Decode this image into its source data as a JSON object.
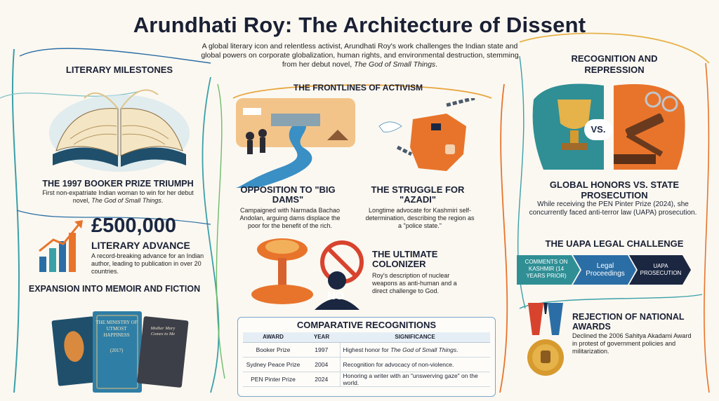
{
  "header": {
    "title": "Arundhati Roy: The Architecture of Dissent",
    "subtitle_pre": "A global literary icon and relentless activist, Arundhati Roy's work challenges the Indian state and global powers on corporate globalization, human rights, and environmental destruction, stemming from her debut novel, ",
    "subtitle_italic": "The God of Small Things",
    "subtitle_post": "."
  },
  "literary": {
    "heading": "LITERARY MILESTONES",
    "booker_heading": "THE 1997 BOOKER PRIZE TRIUMPH",
    "booker_text_pre": "First non-expatriate Indian woman to win for her debut novel, ",
    "booker_text_italic": "The God of Small Things",
    "booker_text_post": ".",
    "advance_amount": "£500,000",
    "advance_heading": "LITERARY ADVANCE",
    "advance_text": "A record-breaking advance for an Indian author, leading to publication in over 20 countries.",
    "memoir_heading": "EXPANSION INTO MEMOIR AND FICTION",
    "book2_title": "THE MINISTRY OF UTMOST HAPPINESS",
    "book2_year": "(2017)",
    "book3_title": "Mother Mary Comes to Me"
  },
  "activism": {
    "heading": "THE FRONTLINES OF ACTIVISM",
    "dams_heading": "OPPOSITION TO \"BIG DAMS\"",
    "dams_text": "Campaigned with Narmada Bachao Andolan, arguing dams displace the poor for the benefit of the rich.",
    "azadi_heading": "THE STRUGGLE FOR \"AZADI\"",
    "azadi_text": "Longtime advocate for Kashmiri self-determination, describing the region as a \"police state.\"",
    "colonizer_heading": "THE ULTIMATE COLONIZER",
    "colonizer_text": "Roy's description of nuclear weapons as anti-human and a direct challenge to God.",
    "no_label": "NO"
  },
  "recognition": {
    "heading": "RECOGNITION AND REPRESSION",
    "vs_label": "VS.",
    "global_heading": "GLOBAL HONORS VS. STATE PROSECUTION",
    "global_text": "While receiving the PEN Pinter Prize (2024), she concurrently faced anti-terror law (UAPA) prosecution.",
    "uapa_heading": "THE UAPA LEGAL CHALLENGE",
    "uapa_steps": [
      "COMMENTS ON KASHMIR (14 YEARS PRIOR)",
      "Legal Proceedings",
      "UAPA PROSECUTION"
    ],
    "reject_heading": "REJECTION OF NATIONAL AWARDS",
    "reject_text": "Declined the 2006 Sahitya Akadami Award in protest of government policies and militarization."
  },
  "table": {
    "heading": "COMPARATIVE RECOGNITIONS",
    "columns": [
      "AWARD",
      "YEAR",
      "SIGNIFICANCE"
    ],
    "rows": [
      {
        "award": "Booker Prize",
        "year": "1997",
        "sig_pre": "Highest honor for ",
        "sig_italic": "The God of Small Things",
        "sig_post": "."
      },
      {
        "award": "Sydney Peace Prize",
        "year": "2004",
        "sig_pre": "Recognition for advocacy of non-violence.",
        "sig_italic": "",
        "sig_post": ""
      },
      {
        "award": "PEN Pinter Prize",
        "year": "2024",
        "sig_pre": "Honoring a writer with an \"unswerving gaze\" on the world.",
        "sig_italic": "",
        "sig_post": ""
      }
    ]
  },
  "colors": {
    "navy": "#1b2741",
    "teal": "#2f8f95",
    "orange": "#e8742b",
    "gold": "#e6b24a",
    "red": "#d8432e"
  }
}
